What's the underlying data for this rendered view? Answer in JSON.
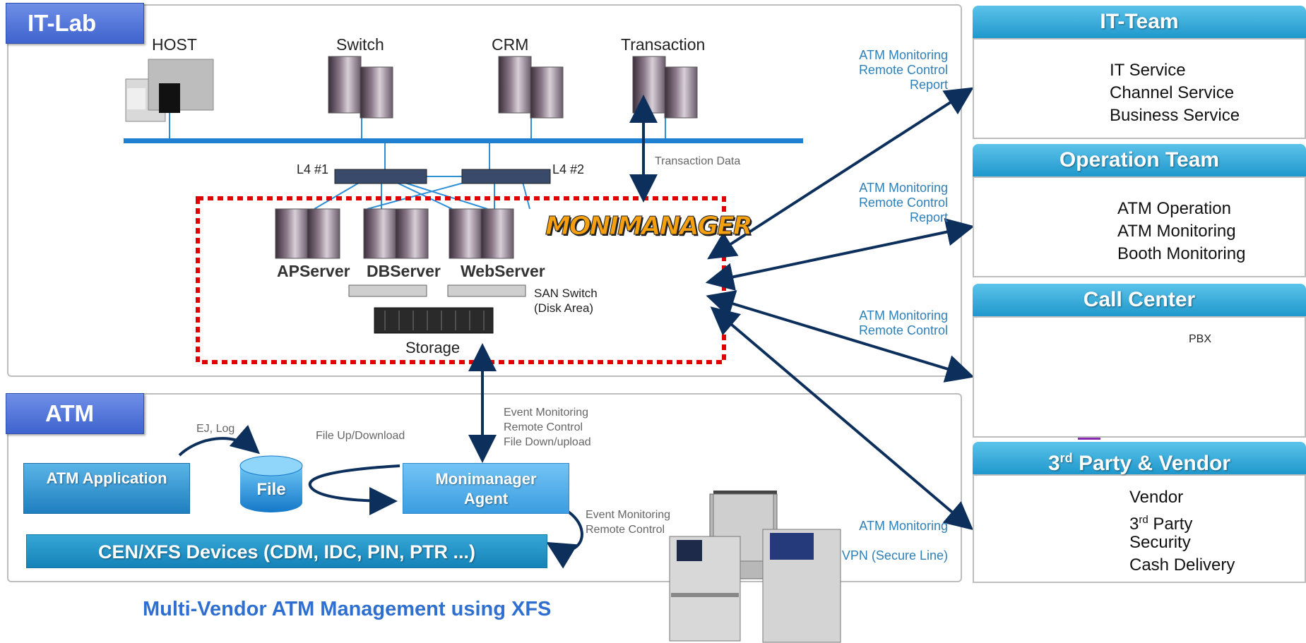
{
  "itlab": {
    "tag": "IT-Lab",
    "nodes": {
      "host": "HOST",
      "switch": "Switch",
      "crm": "CRM",
      "transaction": "Transaction"
    },
    "l4_1": "L4 #1",
    "l4_2": "L4 #2",
    "transaction_data": "Transaction Data",
    "servers": {
      "ap": "APServer",
      "db": "DBServer",
      "web": "WebServer"
    },
    "logo": "MONIMANAGER",
    "san_switch": [
      "SAN Switch",
      "(Disk Area)"
    ],
    "storage": "Storage"
  },
  "atm": {
    "tag": "ATM",
    "ej_log": "EJ, Log",
    "file_updown": "File Up/Download",
    "event_monitoring_top": [
      "Event Monitoring",
      "Remote Control",
      "File Down/upload"
    ],
    "event_monitoring_bottom": [
      "Event Monitoring",
      "Remote Control"
    ],
    "atm_application": "ATM Application",
    "file": "File",
    "agent": [
      "Monimanager",
      "Agent"
    ],
    "cen_xfs": "CEN/XFS Devices (CDM, IDC, PIN, PTR ...)"
  },
  "links": {
    "it_team": [
      "ATM Monitoring",
      "Remote Control",
      "Report"
    ],
    "operation": [
      "ATM Monitoring",
      "Remote Control",
      "Report"
    ],
    "call_center": [
      "ATM Monitoring",
      "Remote Control"
    ],
    "vendor": "ATM Monitoring",
    "vpn": "VPN (Secure Line)"
  },
  "caption": "Multi-Vendor ATM Management using XFS",
  "teams": {
    "it_team": {
      "title": "IT-Team",
      "members": [
        "IT Service",
        "Channel Service",
        "Business Service"
      ]
    },
    "operation": {
      "title": "Operation Team",
      "members": [
        "ATM Operation",
        "ATM Monitoring",
        "Booth Monitoring"
      ]
    },
    "call_center": {
      "title": "Call Center",
      "pbx": "PBX"
    },
    "vendor": {
      "title_main": "3",
      "title_sup": "rd",
      "title_rest": " Party & Vendor",
      "members": [
        "Vendor",
        "3rd Party",
        "Security",
        "Cash Delivery"
      ],
      "member_3rd": {
        "main": "3",
        "sup": "rd",
        "rest": " Party"
      }
    }
  },
  "colors": {
    "accent_blue": "#2f80b8",
    "dark_arrow": "#0d2f5c",
    "red_dash": "#e00000",
    "team_head": "#1f98cc",
    "tag_blue": "#3f63cf"
  }
}
